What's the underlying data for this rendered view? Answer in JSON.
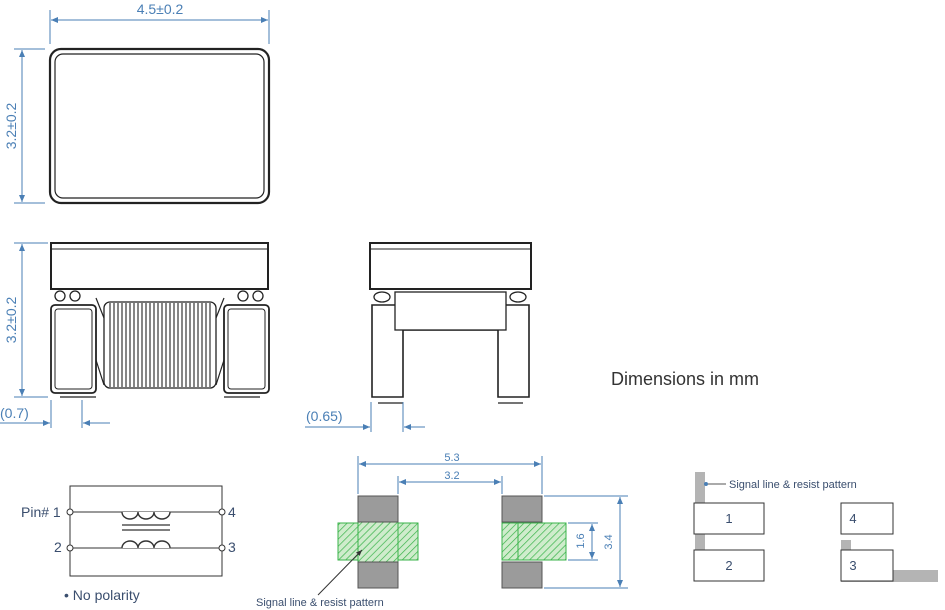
{
  "top_view": {
    "width_dim": "4.5±0.2",
    "height_dim": "3.2±0.2"
  },
  "front_view": {
    "height_dim": "3.2±0.2",
    "terminal_dim": "(0.7)"
  },
  "side_view": {
    "terminal_dim": "(0.65)"
  },
  "caption": "Dimensions in mm",
  "schematic": {
    "pin1": "Pin# 1",
    "pin2": "2",
    "pin3": "3",
    "pin4": "4",
    "note": "• No polarity"
  },
  "land_pattern": {
    "outer_dim": "5.3",
    "inner_dim": "3.2",
    "pad_height_dim": "1.6",
    "overall_height_dim": "3.4",
    "callout": "Signal line & resist pattern"
  },
  "pad_layout": {
    "legend": "Signal line & resist pattern",
    "pads": [
      "1",
      "4",
      "2",
      "3"
    ]
  },
  "colors": {
    "dim_blue": "#4a7fb5",
    "hatch_green": "#39b34a",
    "pad_gray": "#9b9b9b"
  }
}
